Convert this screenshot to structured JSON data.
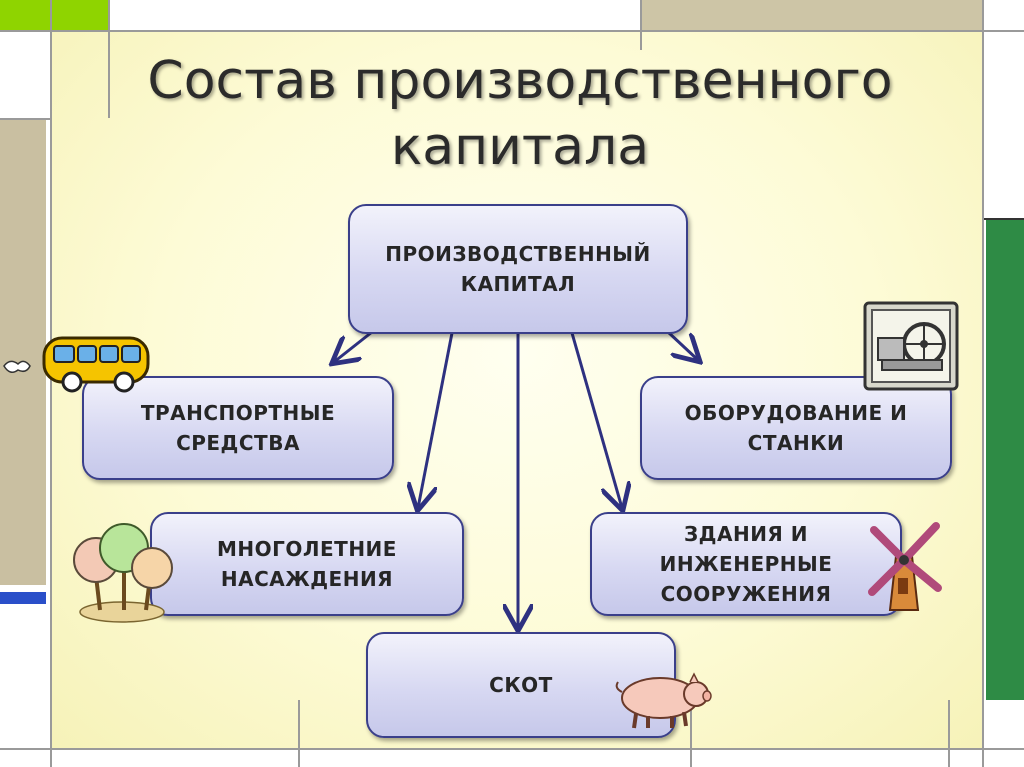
{
  "title": "Состав производственного\nкапитала",
  "nodes": {
    "root": "ПРОИЗВОДСТВЕННЫЙ\nКАПИТАЛ",
    "transport": "ТРАНСПОРТНЫЕ\nСРЕДСТВА",
    "equipment": "ОБОРУДОВАНИЕ И\nСТАНКИ",
    "plantings": "МНОГОЛЕТНИЕ\nНАСАЖДЕНИЯ",
    "buildings": "ЗДАНИЯ И\nИНЖЕНЕРНЫЕ\nСООРУЖЕНИЯ",
    "livestock": "СКОТ"
  },
  "colors": {
    "box_border": "#3a3f8a",
    "arrow": "#2e3180",
    "accent_green": "#8fd400",
    "accent_dark_green": "#2e8b45",
    "accent_blue": "#2a4fc9",
    "accent_tan": "#c9bfa1"
  },
  "icons": [
    "bus-icon",
    "engine-icon",
    "trees-icon",
    "windmill-icon",
    "pig-icon"
  ]
}
